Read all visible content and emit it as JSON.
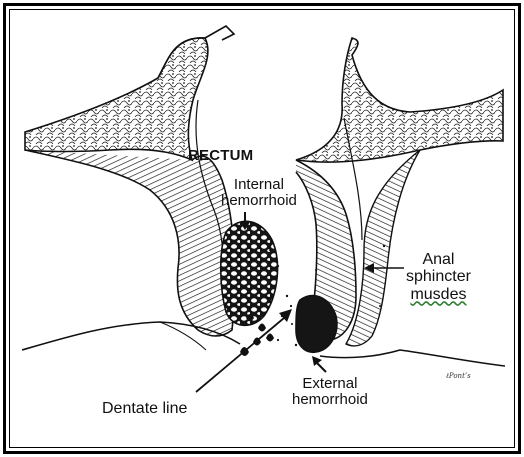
{
  "labels": {
    "rectum": "RECTUM",
    "internal_line1": "Internal",
    "internal_line2": "hemorrhoid",
    "anal_line1": "Anal",
    "anal_line2": "sphincter",
    "anal_line3": "musdes",
    "external_line1": "External",
    "external_line2": "hemorrhoid",
    "dentate": "Dentate line"
  },
  "colors": {
    "ink": "#111111",
    "tissue_fill": "#ffffff",
    "hemorrhoid_fill": "#1a1a1a",
    "spellcheck_underline": "#2e7d32"
  }
}
